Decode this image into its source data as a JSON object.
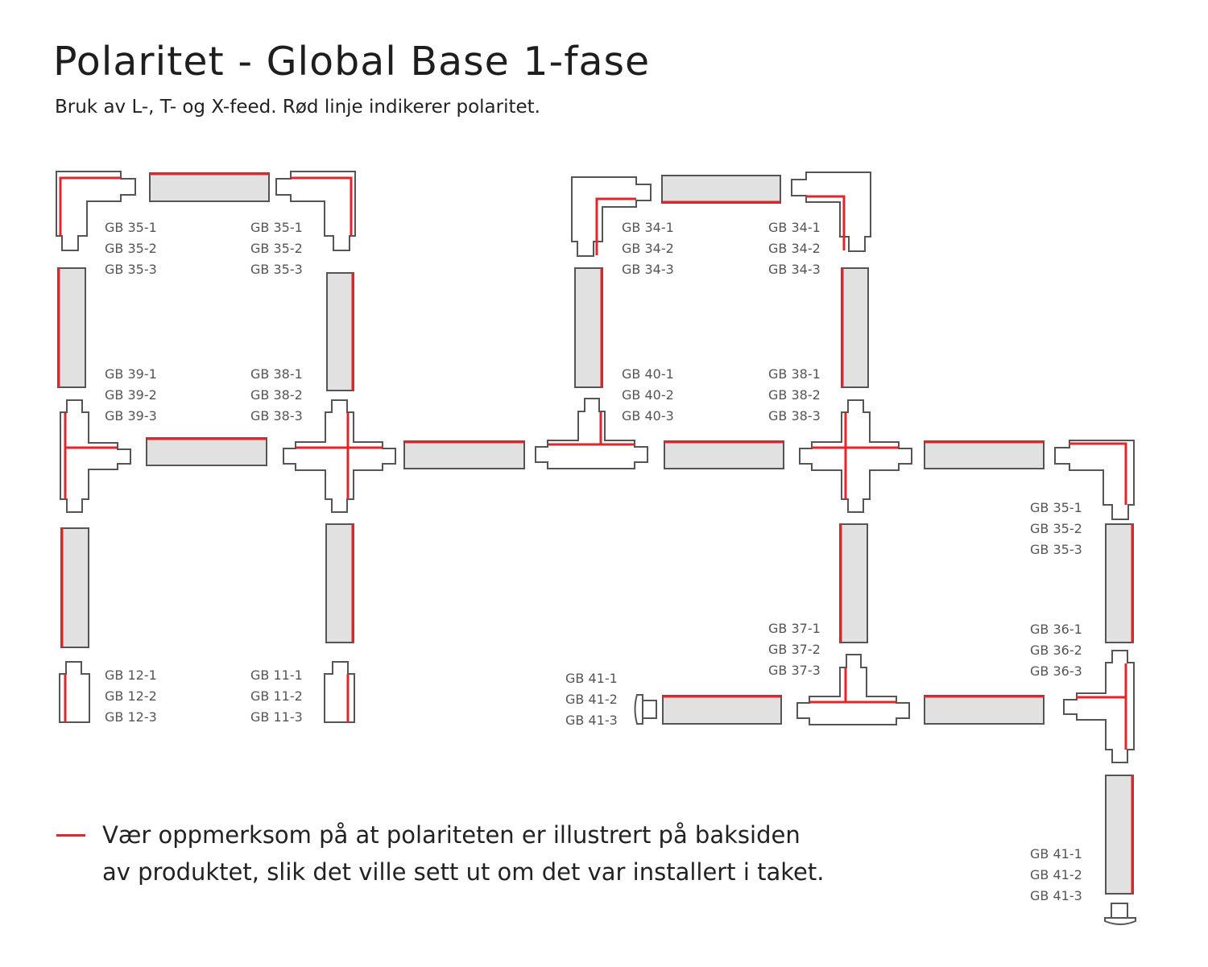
{
  "title": "Polaritet - Global Base 1-fase",
  "subtitle": "Bruk av L-, T- og X-feed. Rød linje indikerer polaritet.",
  "colors": {
    "polarity": "#e0262b",
    "rail_fill": "#e1e1e1",
    "outline": "#555555"
  },
  "labels": [
    {
      "lines": [
        "GB 35-1",
        "GB 35-2",
        "GB 35-3"
      ]
    },
    {
      "lines": [
        "GB 35-1",
        "GB 35-2",
        "GB 35-3"
      ]
    },
    {
      "lines": [
        "GB 34-1",
        "GB 34-2",
        "GB 34-3"
      ]
    },
    {
      "lines": [
        "GB 34-1",
        "GB 34-2",
        "GB 34-3"
      ]
    },
    {
      "lines": [
        "GB 39-1",
        "GB 39-2",
        "GB 39-3"
      ]
    },
    {
      "lines": [
        "GB 38-1",
        "GB 38-2",
        "GB 38-3"
      ]
    },
    {
      "lines": [
        "GB 40-1",
        "GB 40-2",
        "GB 40-3"
      ]
    },
    {
      "lines": [
        "GB 38-1",
        "GB 38-2",
        "GB 38-3"
      ]
    },
    {
      "lines": [
        "GB 35-1",
        "GB 35-2",
        "GB 35-3"
      ]
    },
    {
      "lines": [
        "GB 37-1",
        "GB 37-2",
        "GB 37-3"
      ]
    },
    {
      "lines": [
        "GB 36-1",
        "GB 36-2",
        "GB 36-3"
      ]
    },
    {
      "lines": [
        "GB 12-1",
        "GB 12-2",
        "GB 12-3"
      ]
    },
    {
      "lines": [
        "GB 11-1",
        "GB 11-2",
        "GB 11-3"
      ]
    },
    {
      "lines": [
        "GB 41-1",
        "GB 41-2",
        "GB 41-3"
      ]
    },
    {
      "lines": [
        "GB 41-1",
        "GB 41-2",
        "GB 41-3"
      ]
    }
  ],
  "legend": {
    "line1": "Vær oppmerksom på at polariteten er illustrert på baksiden",
    "line2": "av produktet, slik det ville sett ut om det var installert i taket."
  }
}
